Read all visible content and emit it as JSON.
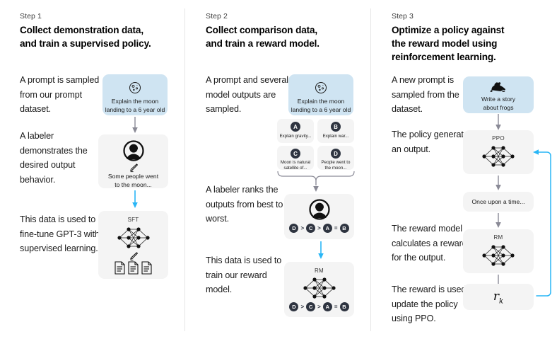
{
  "theme": {
    "background": "#ffffff",
    "card_bg": "#f4f4f4",
    "prompt_card_bg": "#cfe4f2",
    "arrow_gray": "#8a8a96",
    "arrow_blue": "#29b6f6",
    "badge_dark": "#2e3440",
    "divider": "#e6e6e6",
    "text": "#111111"
  },
  "columns": [
    {
      "step_label": "Step 1",
      "title": "Collect demonstration data,\nand train a supervised policy.",
      "paragraphs": [
        "A prompt is sampled from our prompt dataset.",
        "A labeler demonstrates the desired output behavior.",
        "This data is used to fine-tune GPT-3 with supervised learning."
      ],
      "cards": {
        "prompt": {
          "icon": "moon-icon",
          "caption": "Explain the moon\nlanding to a 6 year old"
        },
        "labeler": {
          "icon": "person-icon",
          "sub_icon": "pencil-icon",
          "caption": "Some people went\nto the moon..."
        },
        "sft": {
          "title": "SFT",
          "icon": "neural-network-icon",
          "sub_icon": "pencil-icon",
          "docs_icon": "documents-icon"
        }
      }
    },
    {
      "step_label": "Step 2",
      "title": "Collect comparison data,\nand train a reward model.",
      "paragraphs": [
        "A prompt and several model outputs are sampled.",
        "A labeler ranks the outputs from best to worst.",
        "This data is used to train our reward model."
      ],
      "cards": {
        "prompt": {
          "icon": "moon-icon",
          "caption": "Explain the moon\nlanding to a 6 year old"
        },
        "outputs": [
          {
            "letter": "A",
            "caption": "Explain gravity..."
          },
          {
            "letter": "B",
            "caption": "Explain war..."
          },
          {
            "letter": "C",
            "caption": "Moon is natural\nsatellite of..."
          },
          {
            "letter": "D",
            "caption": "People went to\nthe moon..."
          }
        ],
        "ranker": {
          "icon": "person-icon",
          "ranking": [
            "D",
            ">",
            "C",
            ">",
            "A",
            "=",
            "B"
          ]
        },
        "rm": {
          "title": "RM",
          "icon": "neural-network-icon",
          "ranking": [
            "D",
            ">",
            "C",
            ">",
            "A",
            "=",
            "B"
          ]
        }
      }
    },
    {
      "step_label": "Step 3",
      "title": "Optimize a policy against\nthe reward model using\nreinforcement learning.",
      "paragraphs": [
        "A new prompt is sampled from the dataset.",
        "The policy generates an output.",
        "The reward model calculates a reward for the output.",
        "The reward is used to update the policy using PPO."
      ],
      "cards": {
        "prompt": {
          "icon": "frog-icon",
          "caption": "Write a story\nabout frogs"
        },
        "ppo": {
          "title": "PPO",
          "icon": "neural-network-icon"
        },
        "output": {
          "caption": "Once upon a time..."
        },
        "rm": {
          "title": "RM",
          "icon": "neural-network-icon"
        },
        "reward": {
          "symbol": "r",
          "subscript": "k"
        }
      }
    }
  ]
}
